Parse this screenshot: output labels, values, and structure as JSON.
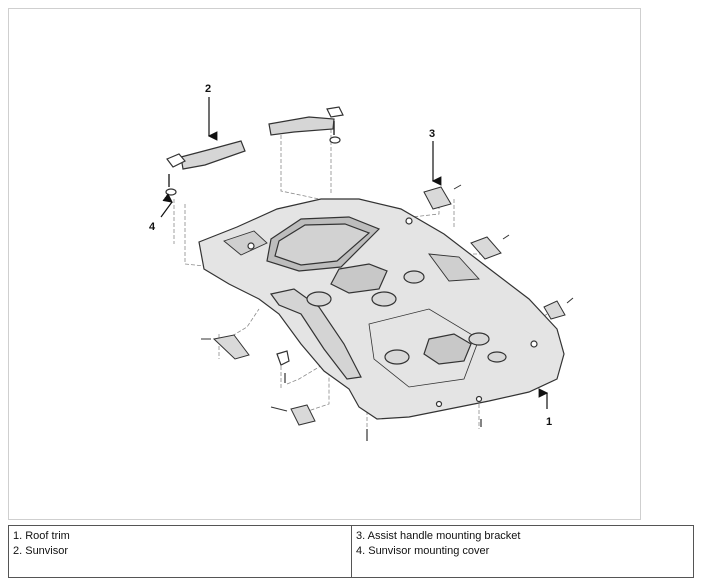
{
  "callouts": [
    "1",
    "2",
    "3",
    "4"
  ],
  "legend": {
    "left": [
      "1. Roof trim",
      "2. Sunvisor"
    ],
    "right": [
      "3. Assist handle mounting bracket",
      "4. Sunvisor mounting cover"
    ]
  },
  "colors": {
    "line": "#333333",
    "dash": "#8a8a8a",
    "panel": "#e4e4e4",
    "panel_dark": "#c8c8c8"
  }
}
